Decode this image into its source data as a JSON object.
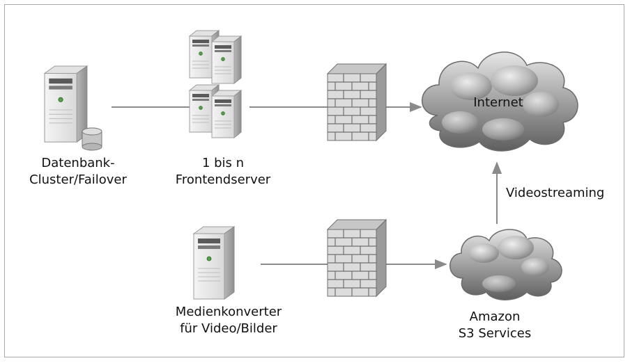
{
  "nodes": {
    "db_server": {
      "label_line1": "Datenbank-",
      "label_line2": "Cluster/Failover",
      "icon": "server-with-database-icon"
    },
    "frontend_servers": {
      "label_line1": "1 bis n",
      "label_line2": "Frontendserver",
      "icon": "server-stack-icon"
    },
    "firewall_top": {
      "icon": "firewall-icon"
    },
    "internet": {
      "label": "Internet",
      "icon": "cloud-icon"
    },
    "media_converter": {
      "label_line1": "Medienkonverter",
      "label_line2": "für Video/Bilder",
      "icon": "server-icon"
    },
    "firewall_bottom": {
      "icon": "firewall-icon"
    },
    "amazon_s3": {
      "label_line1": "Amazon",
      "label_line2": "S3 Services",
      "icon": "cloud-icon"
    }
  },
  "edges": {
    "s3_to_internet": {
      "label": "Videostreaming"
    }
  },
  "colors": {
    "line": "#8a8a8a",
    "border": "#a9a9a9",
    "server_body": "#e8e8e8",
    "brick": "#d8d8d8"
  }
}
